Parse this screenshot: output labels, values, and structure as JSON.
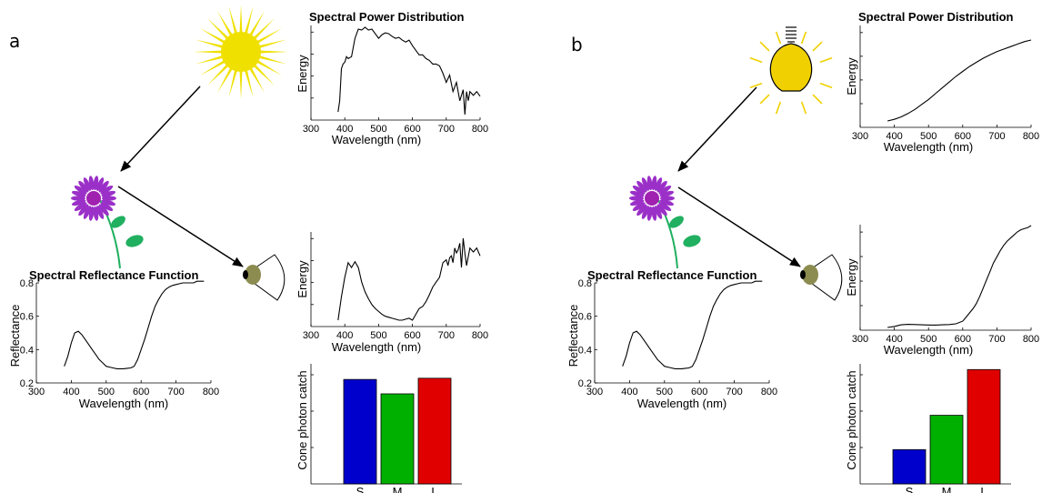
{
  "panels": [
    {
      "letter": "a",
      "spd_title": "Spectral Power Distribution",
      "reflectance_title": "Spectral Reflectance Function",
      "wavelength_label": "Wavelength (nm)",
      "energy_label": "Energy",
      "reflectance_label": "Reflectance",
      "cone_label": "Cone photon catch",
      "x_ticks": [
        "300",
        "400",
        "500",
        "600",
        "700",
        "800"
      ],
      "reflectance_ticks": [
        "0.2",
        "0.4",
        "0.6",
        "0.8"
      ],
      "cone_categories": [
        "S",
        "M",
        "L"
      ]
    },
    {
      "letter": "b",
      "spd_title": "Spectral Power Distribution",
      "reflectance_title": "Spectral Reflectance Function",
      "wavelength_label": "Wavelength (nm)",
      "energy_label": "Energy",
      "reflectance_label": "Reflectance",
      "cone_label": "Cone photon catch",
      "x_ticks": [
        "300",
        "400",
        "500",
        "600",
        "700",
        "800"
      ],
      "reflectance_ticks": [
        "0.2",
        "0.4",
        "0.6",
        "0.8"
      ],
      "cone_categories": [
        "S",
        "M",
        "L"
      ]
    }
  ],
  "colors": {
    "sun": "#f0e000",
    "bulb": "#f0d000",
    "flower": "#9b30c8",
    "flower_center": "#a020b0",
    "stem": "#20b060",
    "eye": "#8c8c50",
    "cone_S": "#0000cc",
    "cone_M": "#00b000",
    "cone_L": "#e00000"
  },
  "chart_data": [
    {
      "type": "line",
      "panel": "a",
      "name": "spd",
      "xlim": [
        300,
        800
      ],
      "x": [
        380,
        385,
        390,
        395,
        400,
        405,
        410,
        420,
        430,
        440,
        450,
        460,
        470,
        480,
        490,
        500,
        510,
        520,
        530,
        540,
        550,
        560,
        570,
        580,
        590,
        600,
        610,
        620,
        630,
        640,
        650,
        660,
        670,
        680,
        690,
        700,
        710,
        720,
        730,
        740,
        750,
        755,
        760,
        765,
        770,
        780,
        790,
        800
      ],
      "y": [
        0.08,
        0.2,
        0.55,
        0.6,
        0.62,
        0.68,
        0.66,
        0.68,
        0.88,
        0.98,
        0.97,
        1.0,
        0.97,
        0.98,
        0.93,
        0.88,
        0.92,
        0.94,
        0.93,
        0.9,
        0.88,
        0.89,
        0.86,
        0.84,
        0.86,
        0.8,
        0.75,
        0.7,
        0.7,
        0.66,
        0.64,
        0.6,
        0.6,
        0.58,
        0.5,
        0.4,
        0.48,
        0.3,
        0.4,
        0.2,
        0.32,
        0.05,
        0.3,
        0.2,
        0.3,
        0.26,
        0.3,
        0.25
      ]
    },
    {
      "type": "line",
      "panel": "a",
      "name": "reflectance",
      "xlim": [
        300,
        800
      ],
      "ylim": [
        0.2,
        0.8
      ],
      "x": [
        380,
        390,
        400,
        410,
        420,
        430,
        440,
        450,
        460,
        470,
        480,
        490,
        500,
        510,
        520,
        530,
        540,
        550,
        560,
        570,
        580,
        590,
        600,
        610,
        620,
        630,
        640,
        650,
        660,
        670,
        680,
        690,
        700,
        710,
        720,
        730,
        740,
        750,
        760,
        770,
        780
      ],
      "y": [
        0.3,
        0.36,
        0.44,
        0.5,
        0.51,
        0.49,
        0.46,
        0.43,
        0.4,
        0.37,
        0.34,
        0.32,
        0.3,
        0.295,
        0.29,
        0.285,
        0.285,
        0.285,
        0.288,
        0.29,
        0.3,
        0.34,
        0.4,
        0.46,
        0.53,
        0.6,
        0.66,
        0.7,
        0.735,
        0.76,
        0.775,
        0.785,
        0.79,
        0.795,
        0.8,
        0.8,
        0.8,
        0.8,
        0.81,
        0.81,
        0.81
      ]
    },
    {
      "type": "line",
      "panel": "a",
      "name": "reflected",
      "xlim": [
        300,
        800
      ],
      "x": [
        380,
        390,
        400,
        410,
        420,
        430,
        440,
        450,
        460,
        470,
        480,
        490,
        500,
        510,
        520,
        530,
        540,
        550,
        560,
        570,
        580,
        590,
        600,
        610,
        620,
        630,
        640,
        650,
        660,
        670,
        680,
        690,
        700,
        705,
        710,
        715,
        720,
        725,
        730,
        735,
        740,
        745,
        750,
        755,
        760,
        770,
        780,
        790,
        800
      ],
      "y": [
        0.06,
        0.3,
        0.5,
        0.65,
        0.6,
        0.66,
        0.6,
        0.45,
        0.35,
        0.28,
        0.22,
        0.18,
        0.15,
        0.12,
        0.1,
        0.09,
        0.08,
        0.07,
        0.06,
        0.06,
        0.07,
        0.08,
        0.06,
        0.12,
        0.18,
        0.2,
        0.25,
        0.32,
        0.4,
        0.45,
        0.5,
        0.65,
        0.68,
        0.62,
        0.7,
        0.72,
        0.65,
        0.8,
        0.75,
        0.78,
        0.85,
        0.6,
        0.9,
        0.75,
        0.62,
        0.8,
        0.76,
        0.8,
        0.72
      ]
    },
    {
      "type": "bar",
      "panel": "a",
      "name": "cone",
      "categories": [
        "S",
        "M",
        "L"
      ],
      "values": [
        0.87,
        0.75,
        0.88
      ],
      "ylim": [
        0,
        1
      ]
    },
    {
      "type": "line",
      "panel": "b",
      "name": "spd",
      "xlim": [
        300,
        800
      ],
      "x": [
        380,
        400,
        420,
        440,
        460,
        480,
        500,
        520,
        540,
        560,
        580,
        600,
        620,
        640,
        660,
        680,
        700,
        720,
        740,
        760,
        780,
        800
      ],
      "y": [
        0.02,
        0.04,
        0.07,
        0.11,
        0.16,
        0.22,
        0.28,
        0.35,
        0.42,
        0.49,
        0.56,
        0.62,
        0.68,
        0.73,
        0.78,
        0.82,
        0.86,
        0.89,
        0.92,
        0.95,
        0.98,
        1.0
      ]
    },
    {
      "type": "line",
      "panel": "b",
      "name": "reflected",
      "xlim": [
        300,
        800
      ],
      "x": [
        380,
        400,
        420,
        440,
        460,
        480,
        500,
        520,
        540,
        560,
        580,
        600,
        610,
        620,
        630,
        640,
        650,
        660,
        670,
        680,
        690,
        700,
        710,
        720,
        730,
        740,
        750,
        760,
        770,
        780,
        790,
        800
      ],
      "y": [
        0.0,
        0.01,
        0.025,
        0.03,
        0.028,
        0.025,
        0.024,
        0.023,
        0.025,
        0.028,
        0.035,
        0.06,
        0.1,
        0.14,
        0.18,
        0.23,
        0.3,
        0.38,
        0.46,
        0.54,
        0.62,
        0.68,
        0.74,
        0.79,
        0.83,
        0.86,
        0.89,
        0.92,
        0.94,
        0.95,
        0.96,
        0.98
      ]
    },
    {
      "type": "bar",
      "panel": "b",
      "name": "cone",
      "categories": [
        "S",
        "M",
        "L"
      ],
      "values": [
        0.3,
        0.6,
        1.0
      ],
      "ylim": [
        0,
        1.05
      ]
    }
  ]
}
